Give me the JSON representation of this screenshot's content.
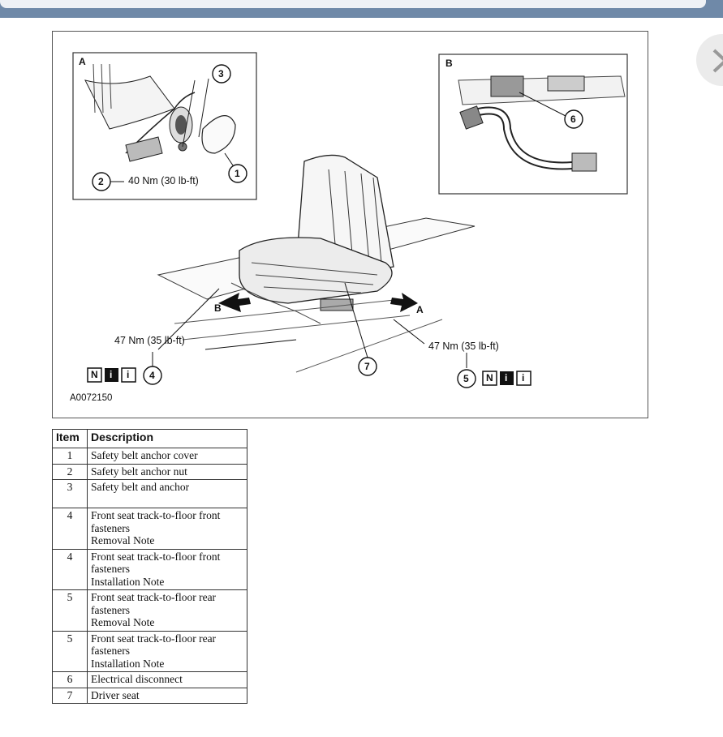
{
  "figure": {
    "inset_a_label": "A",
    "inset_b_label": "B",
    "view_arrow_a": "A",
    "view_arrow_b": "B",
    "torque_a": "40 Nm (30 lb-ft)",
    "torque_left": "47 Nm (35 lb-ft)",
    "torque_right": "47 Nm (35 lb-ft)",
    "figure_id": "A0072150",
    "callouts": [
      "1",
      "2",
      "3",
      "4",
      "5",
      "6",
      "7"
    ],
    "note_icons": [
      "N",
      "i",
      "i"
    ]
  },
  "table": {
    "headers": [
      "Item",
      "Description"
    ],
    "rows": [
      {
        "item": "1",
        "desc": [
          "Safety belt anchor cover"
        ]
      },
      {
        "item": "2",
        "desc": [
          "Safety belt anchor nut"
        ]
      },
      {
        "item": "3",
        "desc": [
          "Safety belt and anchor"
        ]
      },
      {
        "item": "4",
        "desc": [
          "Front seat track-to-floor front",
          "fasteners",
          "Removal Note"
        ]
      },
      {
        "item": "4",
        "desc": [
          "Front seat track-to-floor front",
          "fasteners",
          "Installation Note"
        ]
      },
      {
        "item": "5",
        "desc": [
          "Front seat track-to-floor rear",
          "fasteners",
          "Removal Note"
        ]
      },
      {
        "item": "5",
        "desc": [
          "Front seat track-to-floor rear",
          "fasteners",
          "Installation Note"
        ]
      },
      {
        "item": "6",
        "desc": [
          "Electrical disconnect"
        ]
      },
      {
        "item": "7",
        "desc": [
          "Driver seat"
        ]
      }
    ]
  }
}
